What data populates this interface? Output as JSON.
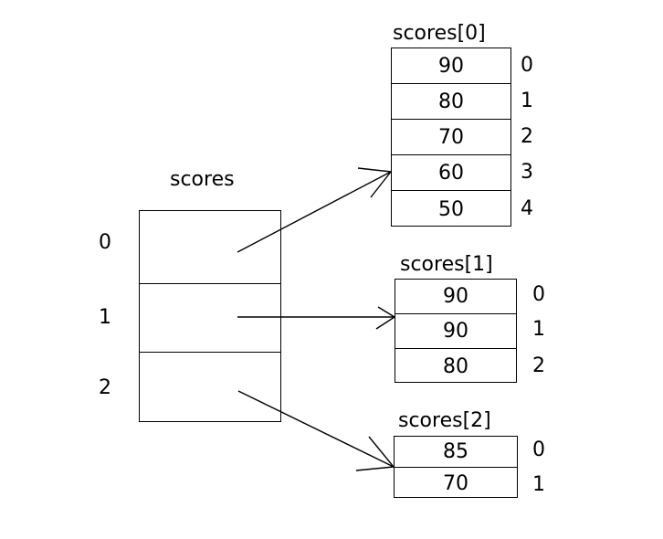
{
  "diagram": {
    "title_main": "scores",
    "main_array": {
      "name": "scores",
      "row_indices": [
        "0",
        "1",
        "2"
      ],
      "row_values": [
        "",
        "",
        ""
      ]
    },
    "sub_arrays": [
      {
        "title": "scores[0]",
        "values": [
          "90",
          "80",
          "70",
          "60",
          "50"
        ],
        "indices": [
          "0",
          "1",
          "2",
          "3",
          "4"
        ]
      },
      {
        "title": "scores[1]",
        "values": [
          "90",
          "90",
          "80"
        ],
        "indices": [
          "0",
          "1",
          "2"
        ]
      },
      {
        "title": "scores[2]",
        "values": [
          "85",
          "70"
        ],
        "indices": [
          "0",
          "1"
        ]
      }
    ],
    "colors": {
      "stroke": "#000000",
      "background": "#ffffff",
      "text": "#000000"
    }
  }
}
